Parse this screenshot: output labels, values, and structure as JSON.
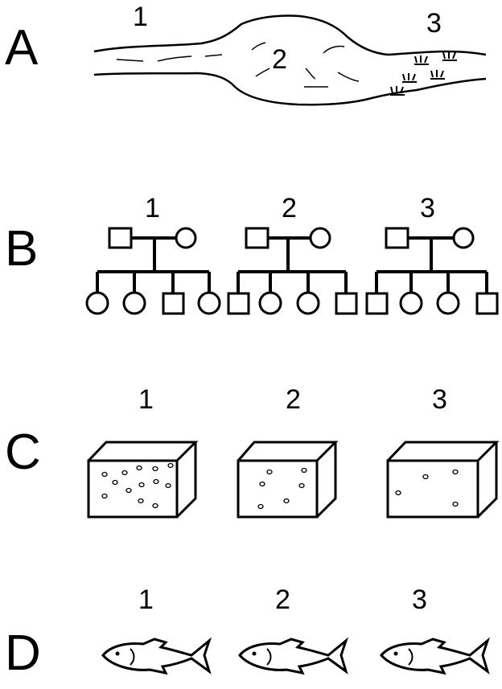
{
  "rows": [
    {
      "letter": "A",
      "numbers": [
        "1",
        "2",
        "3"
      ],
      "content": "river with lake; region 3 with water plants"
    },
    {
      "letter": "B",
      "numbers": [
        "1",
        "2",
        "3"
      ],
      "pedigrees": [
        {
          "parents": [
            "square",
            "circle"
          ],
          "offspring": [
            "circle",
            "circle",
            "square",
            "circle"
          ]
        },
        {
          "parents": [
            "square",
            "circle"
          ],
          "offspring": [
            "square",
            "circle",
            "circle",
            "square"
          ]
        },
        {
          "parents": [
            "square",
            "circle"
          ],
          "offspring": [
            "square",
            "circle",
            "circle",
            "square"
          ]
        }
      ]
    },
    {
      "letter": "C",
      "numbers": [
        "1",
        "2",
        "3"
      ],
      "boxes": [
        {
          "dot_count": 13
        },
        {
          "dot_count": 6
        },
        {
          "dot_count": 4
        }
      ]
    },
    {
      "letter": "D",
      "numbers": [
        "1",
        "2",
        "3"
      ],
      "fish_count": 3
    }
  ]
}
